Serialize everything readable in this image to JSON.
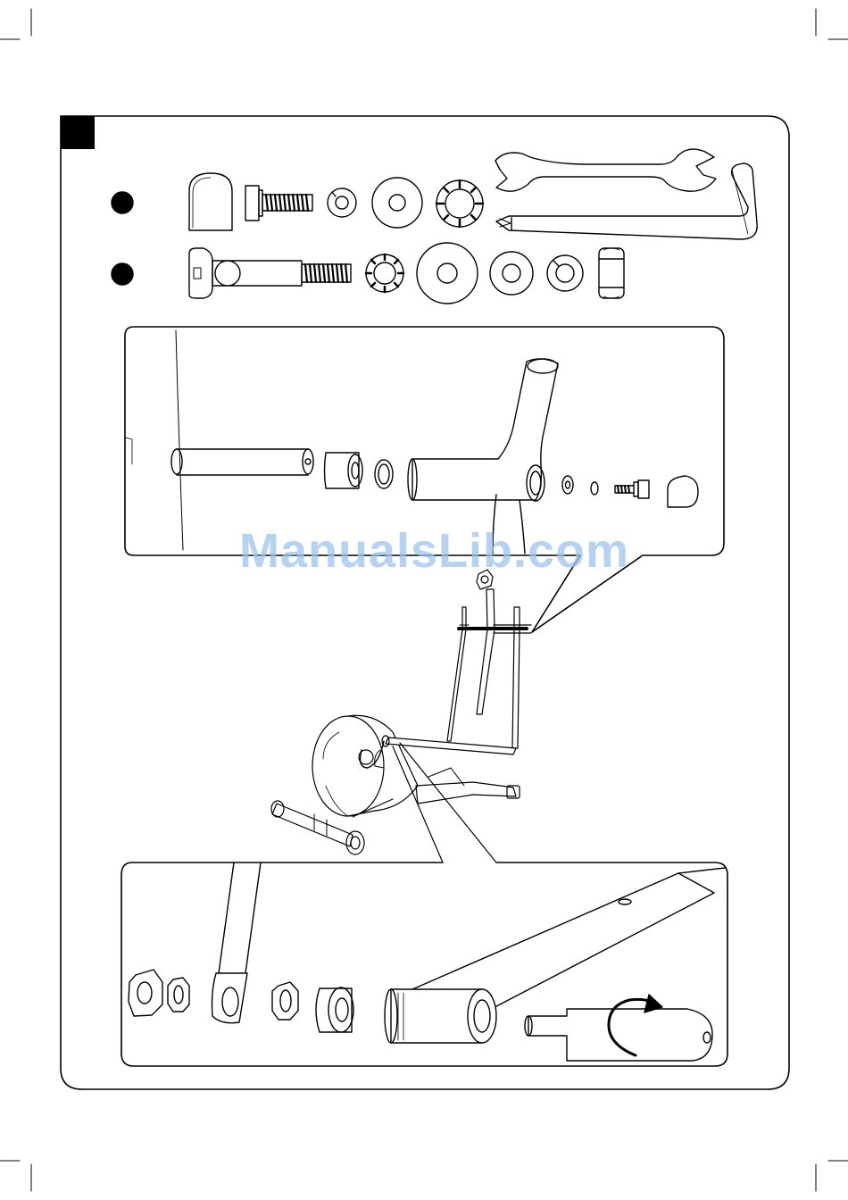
{
  "watermark": {
    "text": "ManualsLib.com"
  },
  "colors": {
    "ink": "#000000",
    "watermark": "#9dc3ec",
    "paper": "#ffffff"
  },
  "icons": {
    "hardware_set_1": [
      "end-cap-icon",
      "flange-bolt-icon",
      "spring-washer-icon",
      "flat-washer-icon",
      "bushing-nut-icon"
    ],
    "hardware_set_2": [
      "carriage-bolt-icon",
      "bushing-nut-icon",
      "large-washer-icon",
      "flat-washer-icon",
      "spring-washer-icon",
      "lock-nut-icon"
    ],
    "tools": [
      "open-end-wrench-icon",
      "allen-key-screwdriver-icon"
    ],
    "figures": [
      "handlebar-assembly-detail",
      "elliptical-trainer-overview",
      "pedal-arm-assembly-detail"
    ],
    "annotations": [
      "rotate-arrow-icon"
    ]
  }
}
